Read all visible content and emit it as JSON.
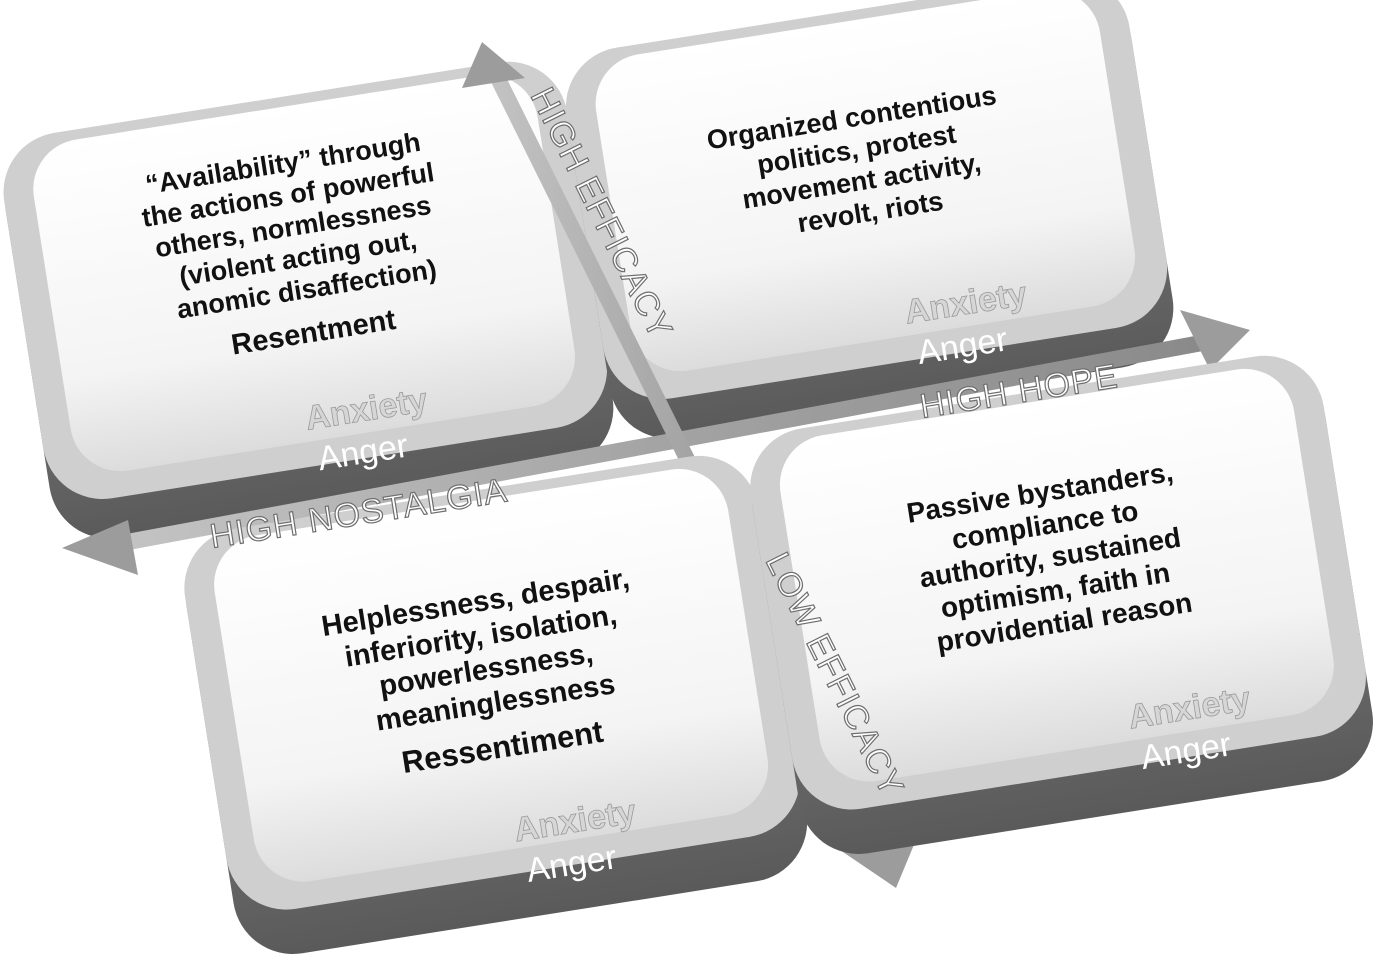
{
  "axes": {
    "high_efficacy": "HIGH EFFICACY",
    "low_efficacy": "LOW EFFICACY",
    "high_hope": "HIGH HOPE",
    "high_nostalgia": "HIGH NOSTALGIA"
  },
  "quadrants": {
    "top_left": {
      "lines": [
        "“Availability” through",
        "the actions of powerful",
        "others, normlessness",
        "(violent acting out,",
        "anomic disaffection)"
      ],
      "emphasis": "Resentment",
      "anxiety": "Anxiety",
      "anger": "Anger"
    },
    "top_right": {
      "lines": [
        "Organized contentious",
        "politics, protest",
        "movement activity,",
        "revolt, riots"
      ],
      "anxiety": "Anxiety",
      "anger": "Anger"
    },
    "bottom_left": {
      "lines": [
        "Helplessness, despair,",
        "inferiority, isolation,",
        "powerlessness,",
        "meaninglessness"
      ],
      "emphasis": "Ressentiment",
      "anxiety": "Anxiety",
      "anger": "Anger"
    },
    "bottom_right": {
      "lines": [
        "Passive bystanders,",
        "compliance to",
        "authority, sustained",
        "optimism, faith in",
        "providential reason"
      ],
      "anxiety": "Anxiety",
      "anger": "Anger"
    }
  },
  "colors": {
    "tile_face": "#f4f4f4",
    "tile_side": "#7d7d7d",
    "tile_lip": "#d2d2d2",
    "axis": "#a8a8a8"
  }
}
